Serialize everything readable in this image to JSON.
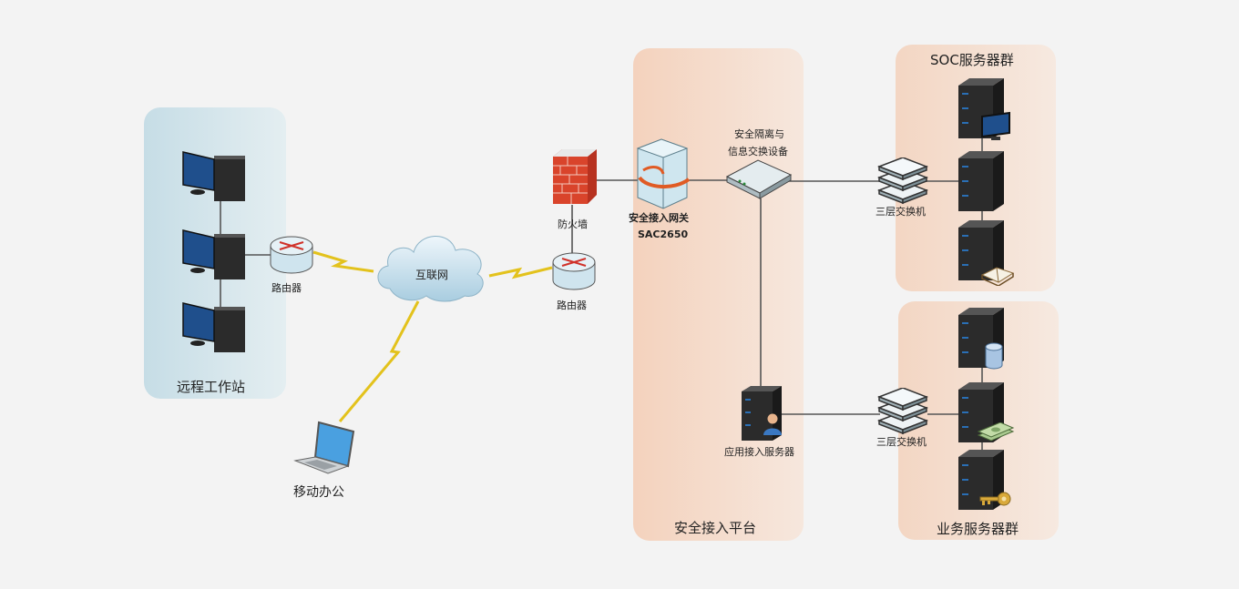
{
  "zones": {
    "remote": "远程工作站",
    "platform": "安全接入平台",
    "soc": "SOC服务器群",
    "business": "业务服务器群"
  },
  "labels": {
    "router_left": "路由器",
    "internet": "互联网",
    "mobile": "移动办公",
    "firewall": "防火墙",
    "router_right": "路由器",
    "gateway_name": "安全接入网关",
    "gateway_model": "SAC2650",
    "isolation_line1": "安全隔离与",
    "isolation_line2": "信息交换设备",
    "app_server": "应用接入服务器",
    "switch_top": "三层交换机",
    "switch_bottom": "三层交换机"
  },
  "colors": {
    "remote_zone": "#cfe3ea",
    "platform_zone": "#f5d9c6",
    "lightning": "#e8c51a",
    "firewall_brick": "#d9442b",
    "monitor_blue": "#1f4f8c"
  },
  "icons": [
    "workstation-icon",
    "router-icon",
    "cloud-icon",
    "laptop-icon",
    "firewall-icon",
    "gateway-cube-icon",
    "isolation-device-icon",
    "switch-icon",
    "server-icon",
    "monitor-icon",
    "book-icon",
    "database-icon",
    "money-icon",
    "key-icon",
    "user-icon"
  ]
}
